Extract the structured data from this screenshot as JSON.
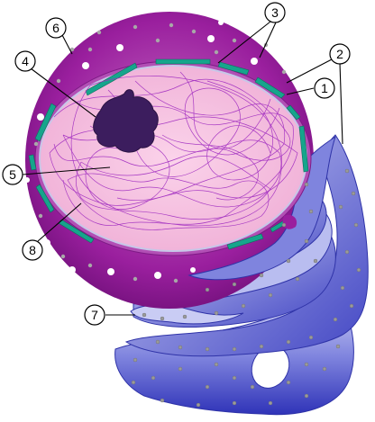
{
  "figure": {
    "callouts": [
      {
        "id": "c1",
        "label": "1"
      },
      {
        "id": "c2",
        "label": "2"
      },
      {
        "id": "c3",
        "label": "3"
      },
      {
        "id": "c4",
        "label": "4"
      },
      {
        "id": "c5",
        "label": "5"
      },
      {
        "id": "c6",
        "label": "6"
      },
      {
        "id": "c7",
        "label": "7"
      },
      {
        "id": "c8",
        "label": "8"
      }
    ],
    "colors": {
      "cytoplasm": "#9a1f9e",
      "nucleoplasm": "#f3b8dc",
      "chromatin": "#a02cc0",
      "nucleolus": "#3c1d5e",
      "nuclear_pores": "#16a58c",
      "er_light": "#c9ccf4",
      "er_dark": "#3b3fbe",
      "ribosomes": "#a8a8a8"
    }
  }
}
